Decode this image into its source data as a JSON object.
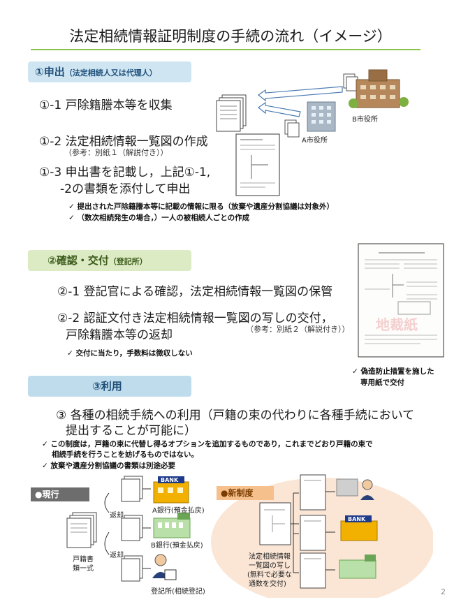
{
  "title": "法定相続情報証明制度の手続の流れ（イメージ）",
  "sections": {
    "s1": {
      "label": "①申出",
      "sub": "（法定相続人又は代理人）"
    },
    "s2": {
      "label": "②確認・交付",
      "sub": "（登記所）"
    },
    "s3": {
      "label": "③利用"
    }
  },
  "steps": {
    "s1_1": "①-1 戸除籍謄本等を収集",
    "s1_2": "①-2 法定相続情報一覧図の作成",
    "s1_2_ref": "（参考：別紙１（解説付き））",
    "s1_3a": "①-3 申出書を記載し，上記①-1,",
    "s1_3b": "-2の書類を添付して申出",
    "s2_1": "②-1 登記官による確認，法定相続情報一覧図の保管",
    "s2_2a": "②-2 認証文付き法定相続情報一覧図の写しの交付，",
    "s2_2b": "戸除籍謄本等の返却",
    "s2_2_ref": "（参考：別紙２（解説付き））",
    "s3a": "③ 各種の相続手続への利用（戸籍の束の代わりに各種手続において",
    "s3b": "提出することが可能に）"
  },
  "checks": {
    "c1": "✓  提出された戸除籍謄本等に記載の情報に限る（放棄や遺産分割協議は対象外）",
    "c2": "✓  （数次相続発生の場合，）一人の被相続人ごとの作成",
    "c3": "✓  交付に当たり，手数料は徴収しない",
    "c4a": "✓  偽造防止措置を施した",
    "c4b": "専用紙で交付",
    "c5a": "✓  この制度は，戸籍の束に代替し得るオプションを追加するものであり，これまでどおり戸籍の束で",
    "c5b": "相続手続を行うことを妨げるものではない。",
    "c6": "✓  放棄や遺産分割協議の書類は別途必要"
  },
  "labels": {
    "b_city": "B市役所",
    "a_city": "A市役所",
    "current": "●現行",
    "new_system": "●新制度",
    "return1": "返却",
    "return2": "返却",
    "bank_a": "A銀行(預金払戻)",
    "bank_b": "B銀行(預金払戻)",
    "registry": "登記所(相続登記)",
    "koseki1": "戸籍書",
    "koseki2": "類一式",
    "copy1": "法定相続情報",
    "copy2": "一覧図の写し",
    "copy3": "(無料で必要な",
    "copy4": "通数を交付)",
    "bank_sign1": "BANK",
    "bank_sign2": "BANK",
    "watermark": "地裁紙"
  },
  "page_number": "2"
}
